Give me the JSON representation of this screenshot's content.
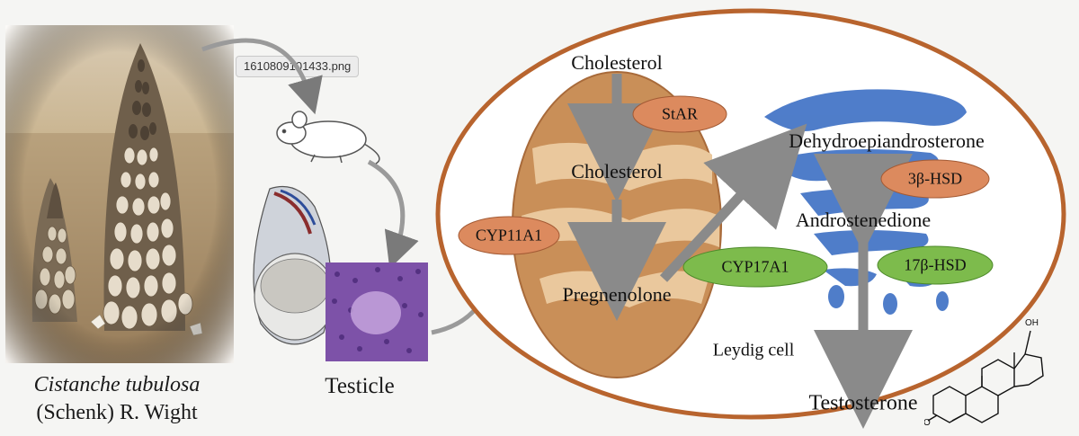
{
  "file_chip": "1610809101433.png",
  "plant": {
    "species": "Cistanche tubulosa",
    "author": "(Schenk) R. Wight"
  },
  "organ": {
    "label": "Testicle"
  },
  "cell": {
    "label": "Leydig cell",
    "compounds": {
      "cholesterol_top": "Cholesterol",
      "cholesterol_mito": "Cholesterol",
      "pregnenolone": "Pregnenolone",
      "dhea": "Dehydroepiandrosterone",
      "androstenedione": "Androstenedione",
      "testosterone": "Testosterone"
    },
    "enzymes": {
      "star": "StAR",
      "cyp11a1": "CYP11A1",
      "cyp17a1": "CYP17A1",
      "hsd3b": "3β-HSD",
      "hsd17b": "17β-HSD"
    }
  },
  "structure": {
    "oh_label": "OH",
    "o_label": "O"
  },
  "colors": {
    "cell_border": "#b8642e",
    "mito_fill": "#d4a06a",
    "mito_inner": "#eac89d",
    "er_blue": "#3c6fc4",
    "enzyme_orange": "#dc8a5e",
    "enzyme_green": "#7dbb4c",
    "arrow_gray": "#8a8a8a"
  }
}
